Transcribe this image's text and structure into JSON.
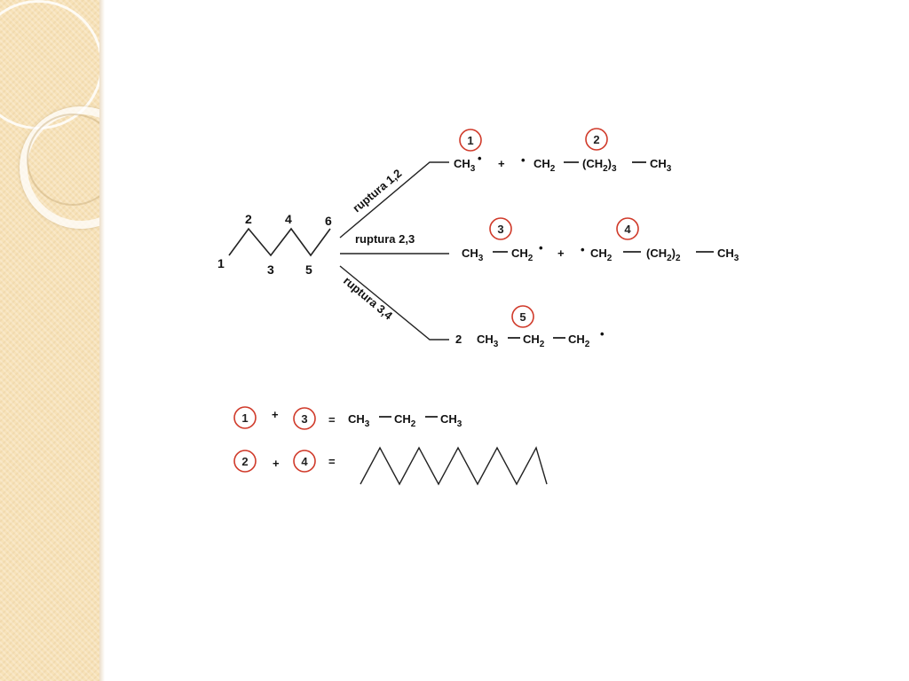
{
  "colors": {
    "accent_red": "#d03a2a",
    "sidebar_bg": "#f7e2b8"
  },
  "molecule_numbers": [
    "1",
    "2",
    "3",
    "4",
    "5",
    "6"
  ],
  "routes": {
    "r12": {
      "label": "ruptura 1,2",
      "marker_a": "1",
      "marker_b": "2"
    },
    "r23": {
      "label": "ruptura 2,3",
      "marker_a": "3",
      "marker_b": "4"
    },
    "r34": {
      "label": "ruptura 3,4",
      "marker_a": "5",
      "coef": "2"
    }
  },
  "formulas": {
    "ch3": "CH",
    "ch2": "CH",
    "sub3": "3",
    "sub2": "2",
    "group_open": "(CH",
    "group_close": ")",
    "plus": "+",
    "equals": "=",
    "radical": "•"
  },
  "combos": {
    "row1": {
      "a": "1",
      "b": "3"
    },
    "row2": {
      "a": "2",
      "b": "4"
    }
  }
}
